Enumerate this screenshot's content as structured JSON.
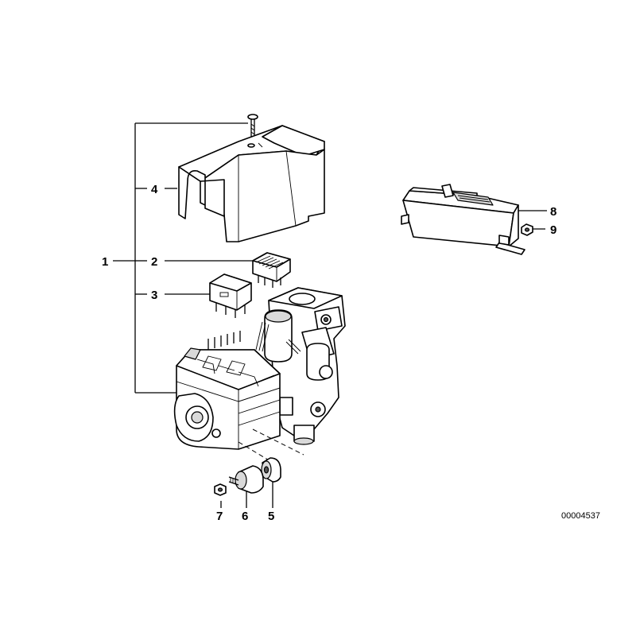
{
  "callouts": {
    "c1": "1",
    "c2": "2",
    "c3": "3",
    "c4": "4",
    "c5": "5",
    "c6": "6",
    "c7": "7",
    "c8": "8",
    "c9": "9"
  },
  "diagram_code": "00004537"
}
